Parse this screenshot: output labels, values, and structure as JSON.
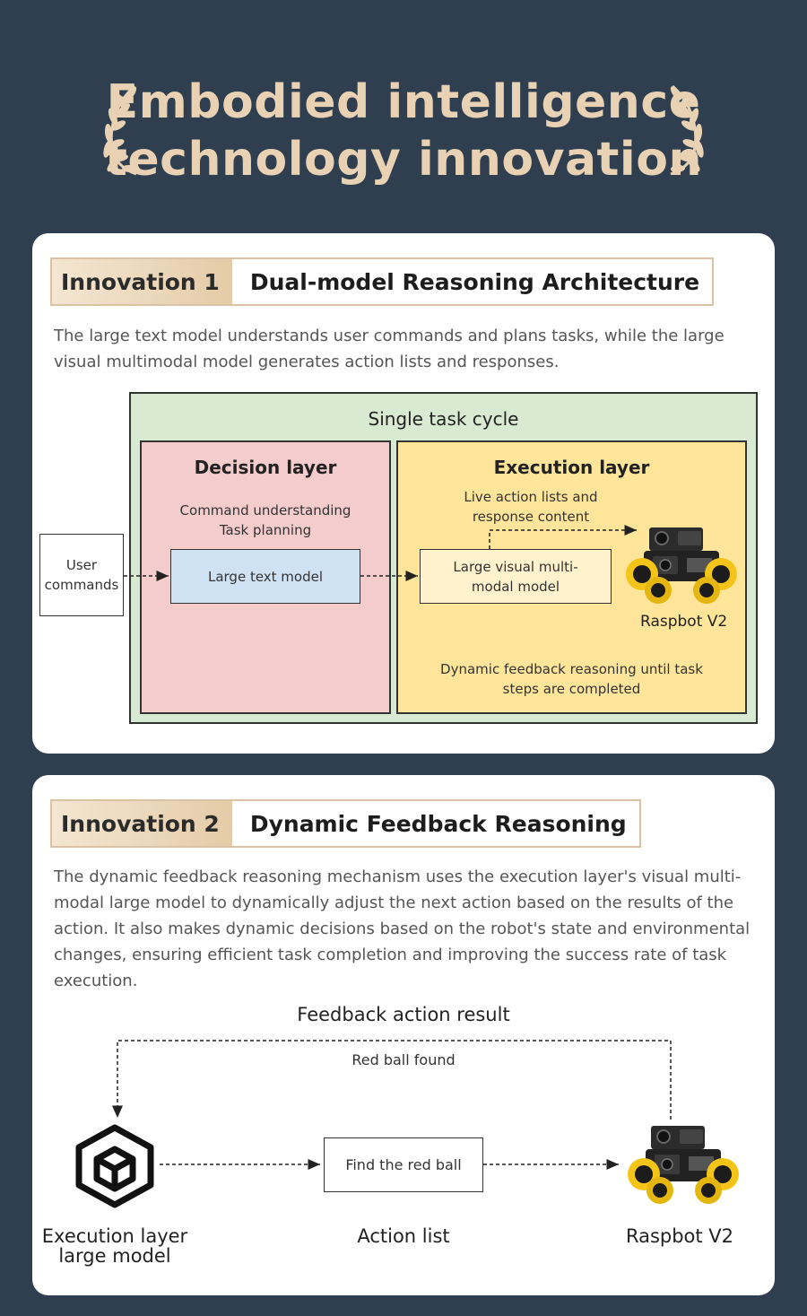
{
  "header": {
    "title_line1": "Embodied intelligence",
    "title_line2": "technology innovation"
  },
  "innovation1": {
    "badge": "Innovation 1",
    "title": "Dual-model Reasoning Architecture",
    "description": "The large text model understands user commands and plans tasks, while the large visual multimodal model generates action lists and responses.",
    "diagram": {
      "cycle_title": "Single task cycle",
      "user_box": "User\ncommands",
      "decision_title": "Decision layer",
      "decision_text": "Command understanding\nTask planning",
      "text_model": "Large text model",
      "execution_title": "Execution layer",
      "execution_text": "Live action lists and\nresponse content",
      "visual_model": "Large visual multi-\nmodal model",
      "robot_label": "Raspbot V2",
      "feedback_text": "Dynamic feedback reasoning until task\nsteps are completed"
    }
  },
  "innovation2": {
    "badge": "Innovation 2",
    "title": "Dynamic Feedback Reasoning",
    "description": "The dynamic feedback reasoning mechanism uses the execution layer's visual multi-modal large model to dynamically adjust the next action based on the results of the action. It also makes dynamic decisions based on the robot's state and environmental changes, ensuring efficient task completion and improving the success rate of task execution.",
    "diagram": {
      "feedback_title": "Feedback action result",
      "feedback_sub": "Red ball found",
      "action_box": "Find the red ball",
      "label_model": "Execution layer\nlarge model",
      "label_action": "Action list",
      "label_robot": "Raspbot V2"
    }
  },
  "colors": {
    "background": "#2f3f4f",
    "title_gold": "#e9d2b3",
    "cycle_green": "#d9ead3",
    "decision_pink": "#f4cccc",
    "execution_yellow": "#ffe599",
    "text_model_blue": "#cfe2f3",
    "visual_model_cream": "#fff2cc"
  }
}
